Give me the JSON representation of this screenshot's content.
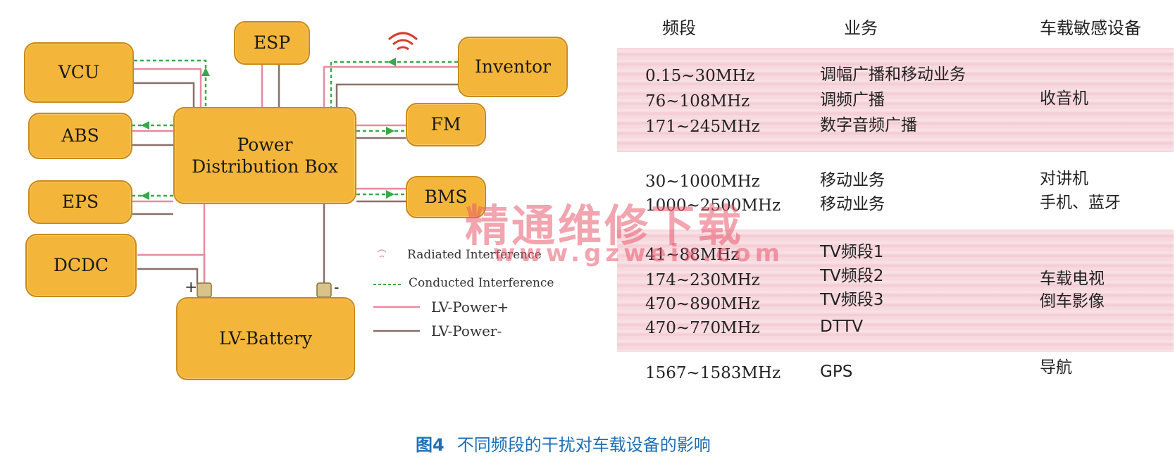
{
  "diagram": {
    "nodes": {
      "vcu": "VCU",
      "esp": "ESP",
      "inventor": "Inventor",
      "abs": "ABS",
      "pdb_line1": "Power",
      "pdb_line2": "Distribution Box",
      "fm": "FM",
      "eps": "EPS",
      "bms": "BMS",
      "dcdc": "DCDC",
      "battery": "LV-Battery"
    },
    "terminals": {
      "plus": "+",
      "minus": "-"
    },
    "legend": {
      "radiated": "Radiated Interference",
      "conducted": "Conducted Interference",
      "power_plus": "LV-Power+",
      "power_minus": "LV-Power-"
    },
    "colors": {
      "node_fill": "#f4b63a",
      "conducted": "#3aa84a",
      "power_plus": "#e78aa0",
      "power_minus": "#8a6f6a",
      "radiated": "#d93a2e"
    }
  },
  "table": {
    "headers": {
      "freq": "频段",
      "service": "业务",
      "device": "车载敏感设备"
    },
    "groups": [
      {
        "freqs": [
          "0.15~30MHz",
          "76~108MHz",
          "171~245MHz"
        ],
        "services": [
          "调幅广播和移动业务",
          "调频广播",
          "数字音频广播"
        ],
        "devices": [
          "收音机"
        ]
      },
      {
        "freqs": [
          "30~1000MHz",
          "1000~2500MHz"
        ],
        "services": [
          "移动业务",
          "移动业务"
        ],
        "devices": [
          "对讲机",
          "手机、蓝牙"
        ]
      },
      {
        "freqs": [
          "41~88MHz",
          "174~230MHz",
          "470~890MHz",
          "470~770MHz"
        ],
        "services": [
          "TV频段1",
          "TV频段2",
          "TV频段3",
          "DTTV"
        ],
        "devices": [
          "车载电视",
          "倒车影像"
        ]
      },
      {
        "freqs": [
          "1567~1583MHz"
        ],
        "services": [
          "GPS"
        ],
        "devices": [
          "导航"
        ]
      }
    ]
  },
  "watermark": {
    "text": "精通维修下载",
    "url": "www.gzweix.com"
  },
  "caption": {
    "number": "图4",
    "text": "不同频段的干扰对车载设备的影响"
  }
}
